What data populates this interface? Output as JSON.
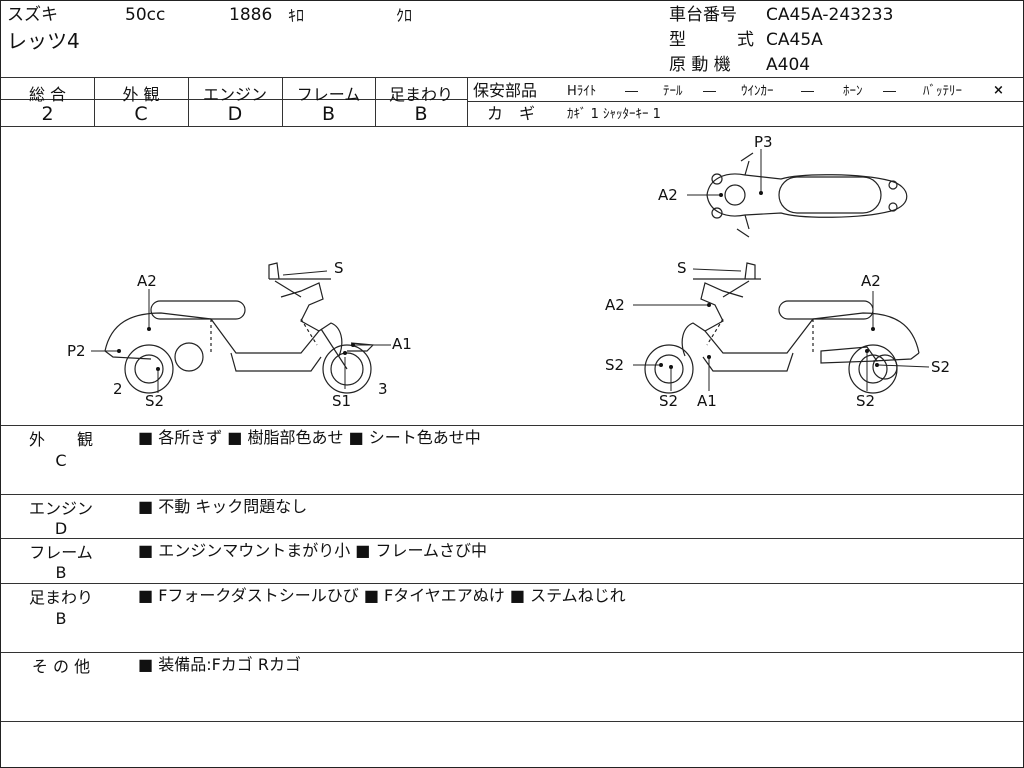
{
  "header": {
    "maker": "スズキ",
    "displacement": "50cc",
    "mileage": "1886",
    "mileage_unit": "ｷﾛ",
    "color": "ｸﾛ",
    "model_name": "レッツ4",
    "frame_no_label": "車台番号",
    "frame_no": "CA45A-243233",
    "type_label_1": "型",
    "type_label_2": "式",
    "type_value": "CA45A",
    "engine_label": "原 動 機",
    "engine_value": "A404"
  },
  "grades": {
    "headers": [
      "総 合",
      "外 観",
      "エンジン",
      "フレーム",
      "足まわり"
    ],
    "values": [
      "2",
      "C",
      "D",
      "B",
      "B"
    ]
  },
  "safety": {
    "label": "保安部品",
    "items": [
      {
        "name": "Hﾗｲﾄ",
        "status": "―"
      },
      {
        "name": "ﾃｰﾙ",
        "status": "―"
      },
      {
        "name": "ｳｲﾝｶｰ",
        "status": "―"
      },
      {
        "name": "ﾎｰﾝ",
        "status": "―"
      },
      {
        "name": "ﾊﾞｯﾃﾘｰ",
        "status": "×"
      }
    ],
    "key_label": "カ　ギ",
    "key_value": "ｶｷﾞ 1 ｼｬｯﾀｰｷｰ 1"
  },
  "diagram": {
    "left_labels": [
      "A2",
      "P2",
      "2",
      "S2",
      "S",
      "A1",
      "S1",
      "3"
    ],
    "top_labels": [
      "P3",
      "A2"
    ],
    "right_labels": [
      "S",
      "A2",
      "A2",
      "S2",
      "S2",
      "A1",
      "S2",
      "S2"
    ]
  },
  "sections": [
    {
      "label": "外　　観",
      "grade": "C",
      "text": "■ 各所きず ■ 樹脂部色あせ ■ シート色あせ中"
    },
    {
      "label": "エンジン",
      "grade": "D",
      "text": "■ 不動 キック問題なし"
    },
    {
      "label": "フレーム",
      "grade": "B",
      "text": "■ エンジンマウントまがり小 ■ フレームさび中"
    },
    {
      "label": "足まわり",
      "grade": "B",
      "text": "■ Fフォークダストシールひび ■ Fタイヤエアぬけ ■ ステムねじれ"
    },
    {
      "label": "そ の 他",
      "grade": "",
      "text": "■ 装備品:Fカゴ Rカゴ"
    }
  ]
}
